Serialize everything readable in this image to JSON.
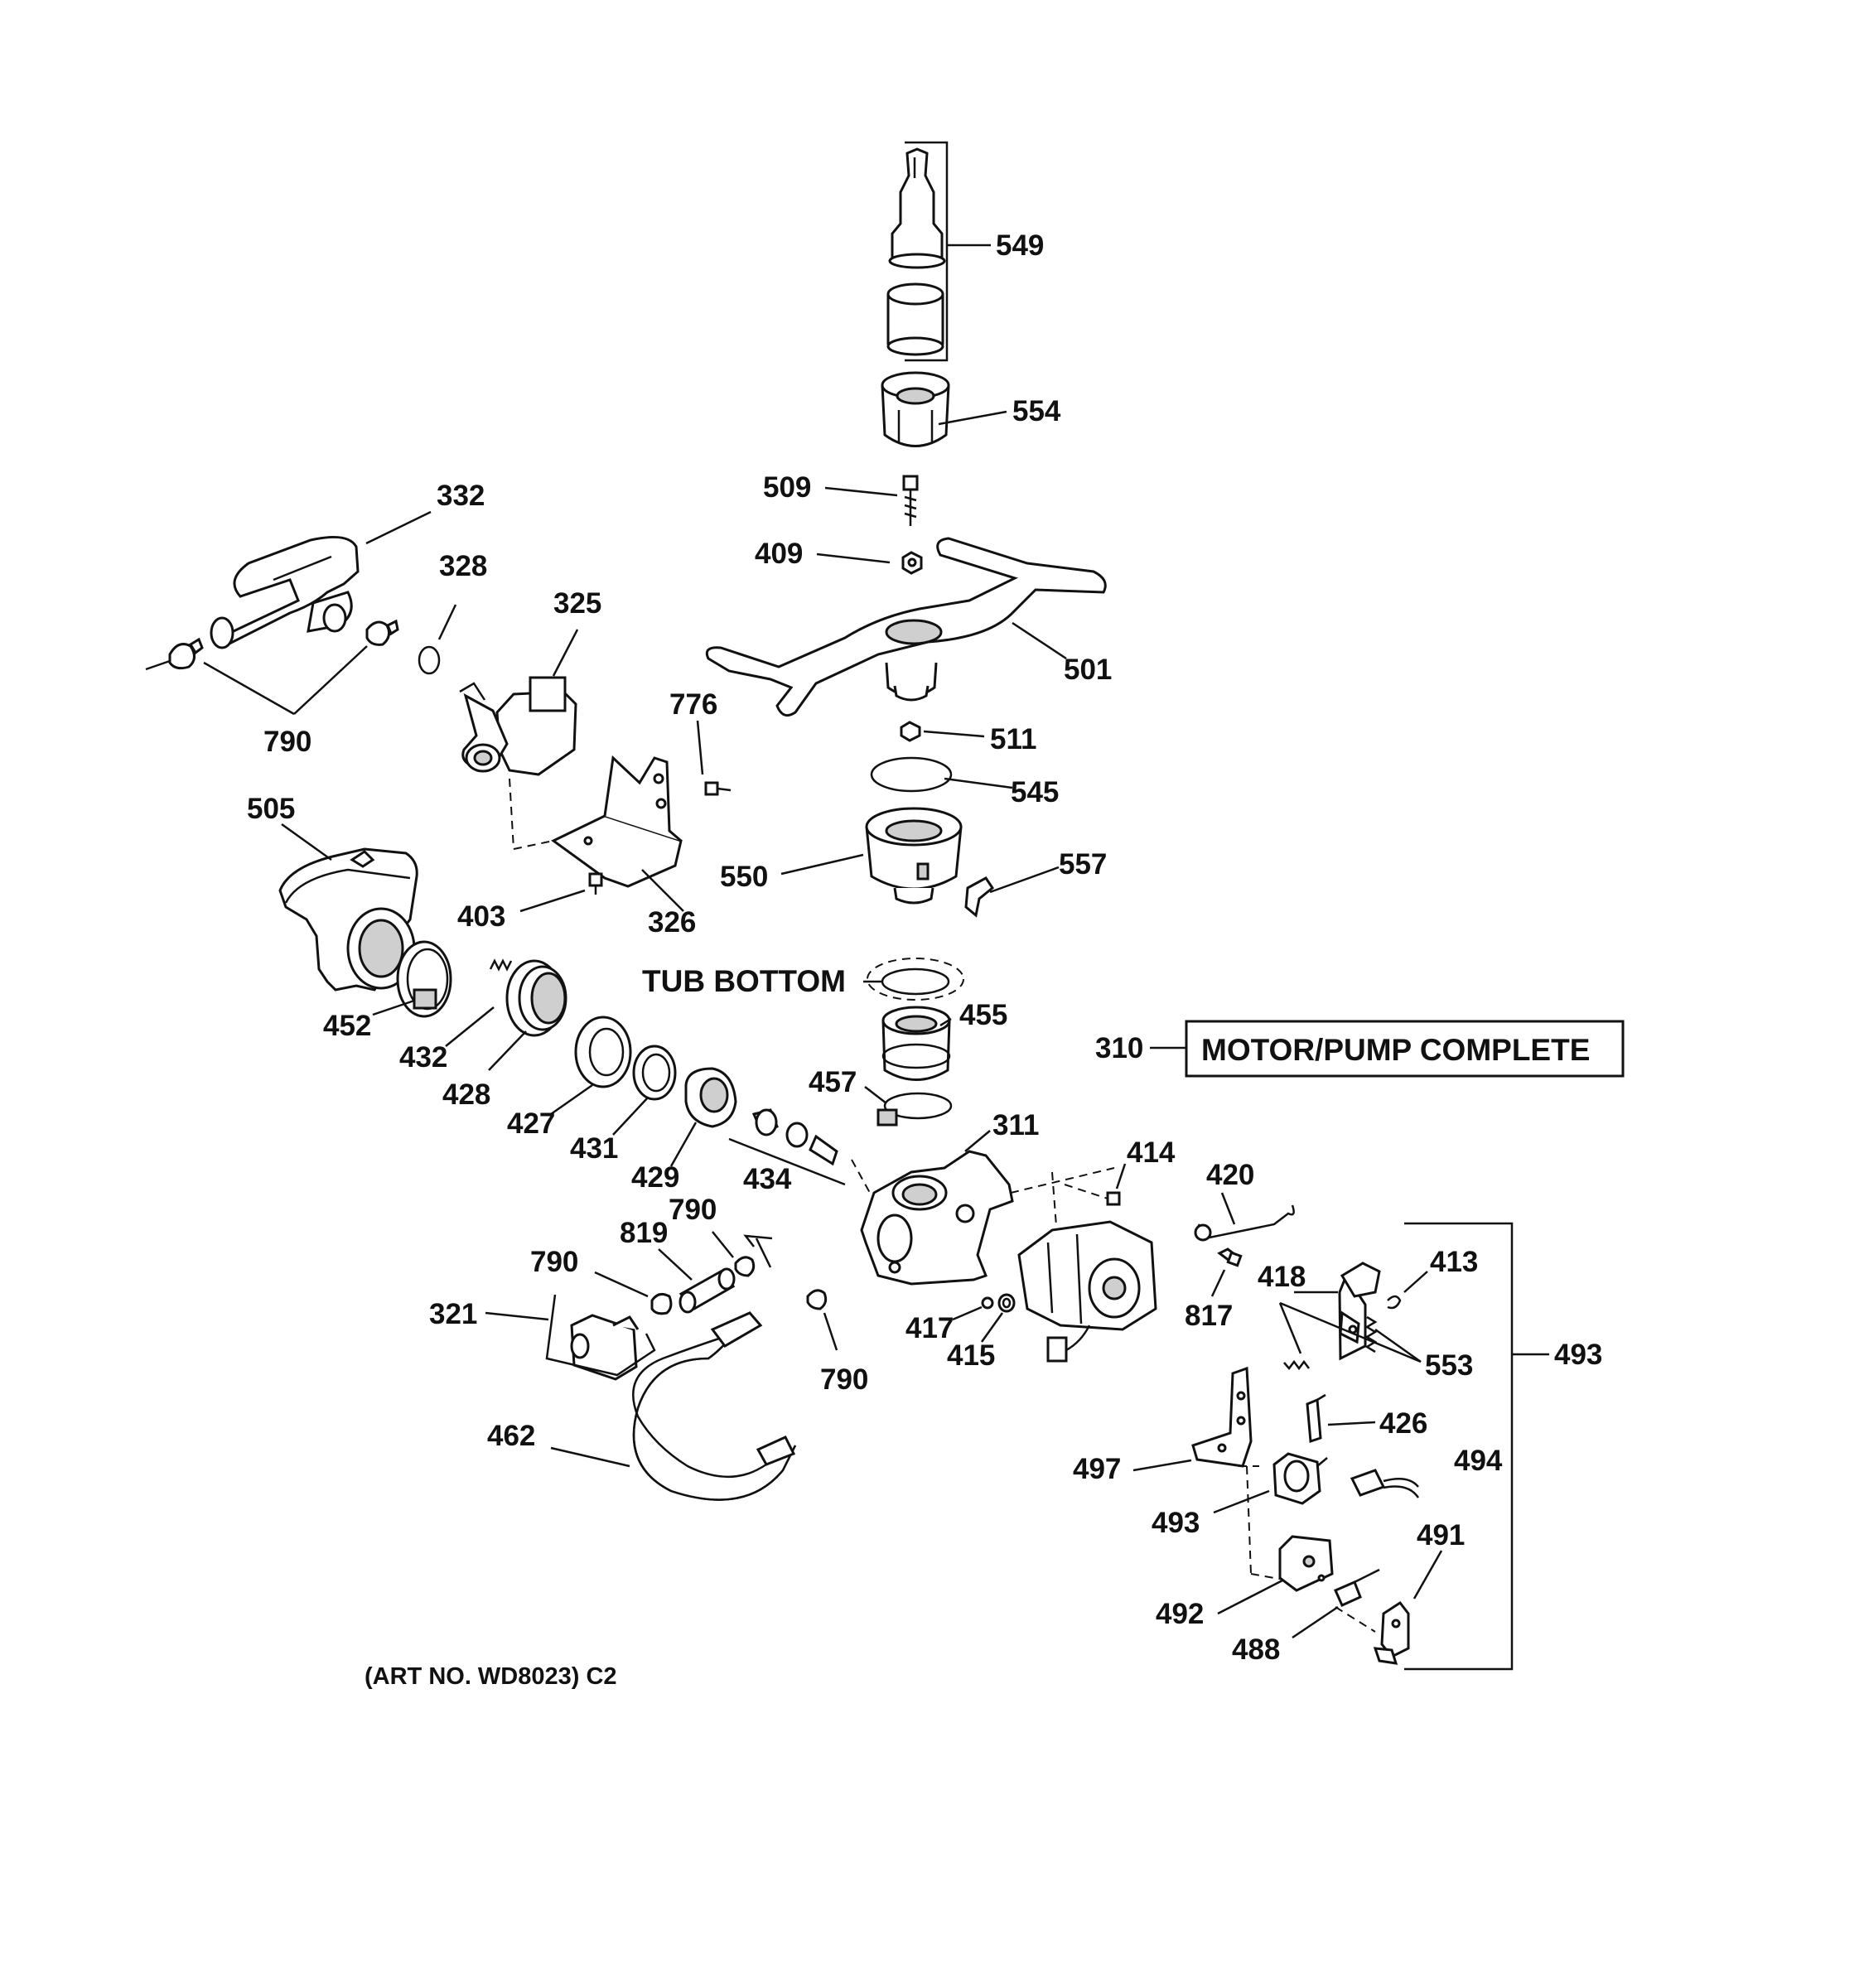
{
  "labels": {
    "p549": "549",
    "p554": "554",
    "p509": "509",
    "p409": "409",
    "p501": "501",
    "p511": "511",
    "p545": "545",
    "p550": "550",
    "p557": "557",
    "p332": "332",
    "p328": "328",
    "p325": "325",
    "p790a": "790",
    "p776": "776",
    "p505": "505",
    "p403": "403",
    "p326": "326",
    "p452": "452",
    "p432": "432",
    "p428": "428",
    "p427": "427",
    "p431": "431",
    "p429": "429",
    "p434": "434",
    "p455": "455",
    "p457": "457",
    "p310": "310",
    "p311": "311",
    "p414": "414",
    "p420": "420",
    "p817": "817",
    "p418": "418",
    "p413": "413",
    "p553": "553",
    "p493a": "493",
    "p426": "426",
    "p494": "494",
    "p497": "497",
    "p493b": "493",
    "p491": "491",
    "p492": "492",
    "p488": "488",
    "p417": "417",
    "p415": "415",
    "p790b": "790",
    "p819": "819",
    "p790c": "790",
    "p321": "321",
    "p790d": "790",
    "p462": "462"
  },
  "tub_bottom": "TUB BOTTOM",
  "motor_pump_box": "MOTOR/PUMP COMPLETE",
  "art_number": "(ART NO. WD8023) C2"
}
